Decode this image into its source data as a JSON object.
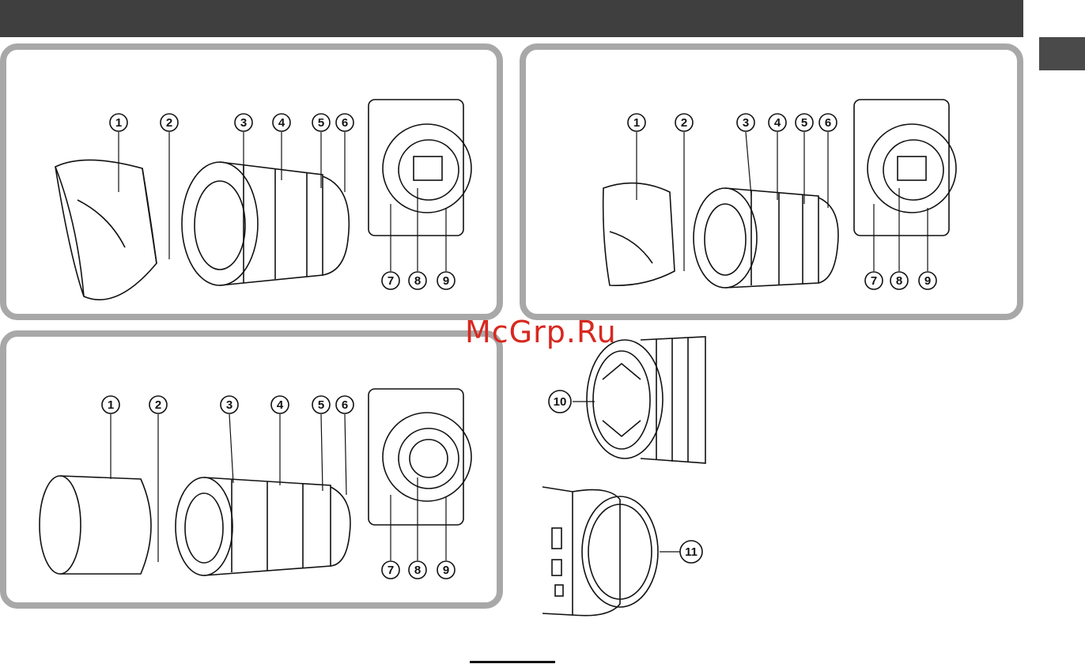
{
  "watermark": "McGrp.Ru",
  "callouts": {
    "c1": "1",
    "c2": "2",
    "c3": "3",
    "c4": "4",
    "c5": "5",
    "c6": "6",
    "c7": "7",
    "c8": "8",
    "c9": "9",
    "c10": "10",
    "c11": "11"
  },
  "colors": {
    "header": "#3f3f3f",
    "panel_border": "#a8a8a8",
    "watermark": "#d8281f"
  }
}
